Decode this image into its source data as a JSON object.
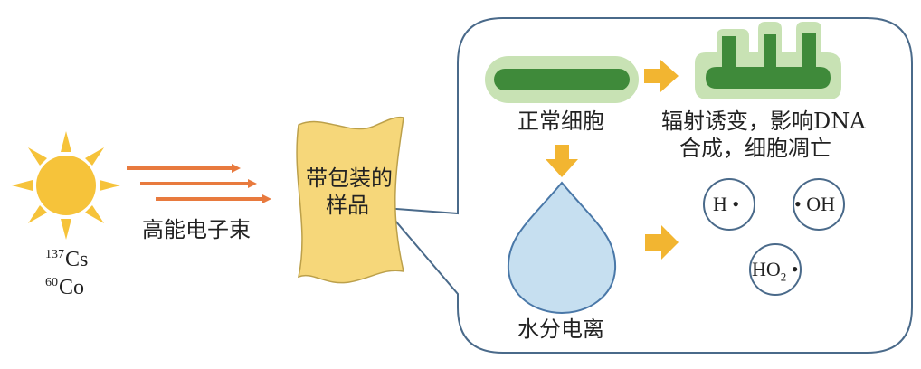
{
  "source": {
    "isotope1_mass": "137",
    "isotope1_symbol": "Cs",
    "isotope2_mass": "60",
    "isotope2_symbol": "Co",
    "beam_label": "高能电子束"
  },
  "sample": {
    "line1": "带包装的",
    "line2": "样品"
  },
  "callout": {
    "normal_cell_label": "正常细胞",
    "effect_line1": "辐射诱变，影响DNA",
    "effect_line2": "合成，细胞凋亡",
    "water_label": "水分电离",
    "radicals": {
      "h": "H",
      "oh": "OH",
      "ho2_main": "HO",
      "ho2_sub": "2",
      "dot": "•"
    }
  },
  "colors": {
    "sun_core": "#f6c33a",
    "sun_rays": "#f6c33a",
    "beam": "#e87a3e",
    "sample": "#f6d77a",
    "arrow": "#f2b531",
    "cell_outer": "#c8e2b4",
    "cell_inner": "#3f8a3a",
    "drop_fill": "#c6dff0",
    "drop_stroke": "#4a78a8",
    "callout_stroke": "#4a6a8a"
  }
}
